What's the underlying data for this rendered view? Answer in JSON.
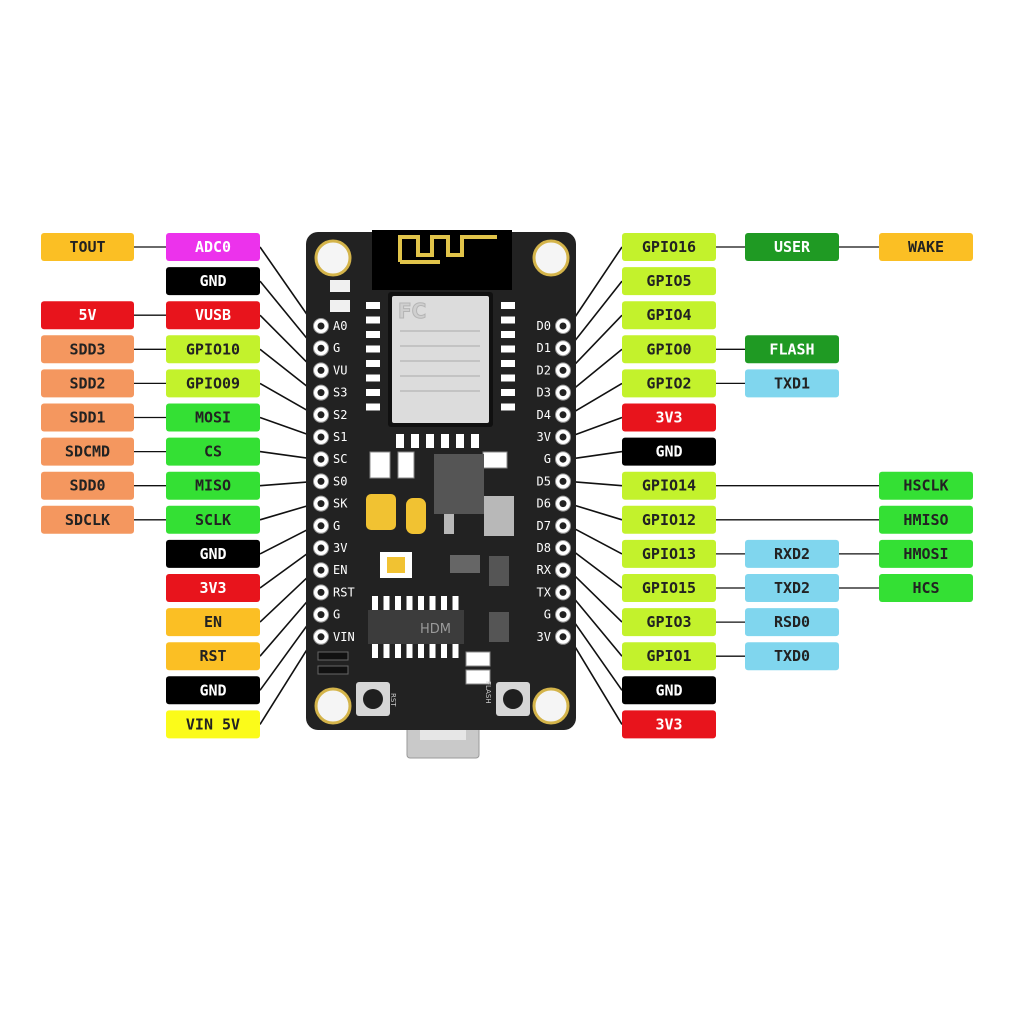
{
  "colors": {
    "orange": "#fbbf24",
    "magenta": "#ec32ec",
    "black": "#000000",
    "red": "#e8141c",
    "salmon": "#f4975f",
    "lime": "#c3f22c",
    "green": "#34e034",
    "dark_green": "#1f9a23",
    "sky": "#80d6ee",
    "yellow": "#fbfb1a",
    "board": "#222222"
  },
  "board": {
    "left_pins": [
      "A0",
      "G",
      "VU",
      "S3",
      "S2",
      "S1",
      "SC",
      "S0",
      "SK",
      "G",
      "3V",
      "EN",
      "RST",
      "G",
      "VIN"
    ],
    "right_pins": [
      "D0",
      "D1",
      "D2",
      "D3",
      "D4",
      "3V",
      "G",
      "D5",
      "D6",
      "D7",
      "D8",
      "RX",
      "TX",
      "G",
      "3V"
    ],
    "chip_logo": "FC",
    "usb_chip_label": "HDM",
    "rst_button_label": "RST",
    "flash_button_label": "FLASH"
  },
  "left_rows": [
    {
      "label": "ADC0",
      "color": "magenta",
      "outer": {
        "label": "TOUT",
        "color": "orange"
      }
    },
    {
      "label": "GND",
      "color": "black"
    },
    {
      "label": "VUSB",
      "color": "red",
      "outer": {
        "label": "5V",
        "color": "red"
      }
    },
    {
      "label": "GPIO10",
      "color": "lime",
      "outer": {
        "label": "SDD3",
        "color": "salmon"
      }
    },
    {
      "label": "GPIO09",
      "color": "lime",
      "outer": {
        "label": "SDD2",
        "color": "salmon"
      }
    },
    {
      "label": "MOSI",
      "color": "green",
      "outer": {
        "label": "SDD1",
        "color": "salmon"
      }
    },
    {
      "label": "CS",
      "color": "green",
      "outer": {
        "label": "SDCMD",
        "color": "salmon"
      }
    },
    {
      "label": "MISO",
      "color": "green",
      "outer": {
        "label": "SDD0",
        "color": "salmon"
      }
    },
    {
      "label": "SCLK",
      "color": "green",
      "outer": {
        "label": "SDCLK",
        "color": "salmon"
      }
    },
    {
      "label": "GND",
      "color": "black"
    },
    {
      "label": "3V3",
      "color": "red"
    },
    {
      "label": "EN",
      "color": "orange"
    },
    {
      "label": "RST",
      "color": "orange"
    },
    {
      "label": "GND",
      "color": "black"
    },
    {
      "label": "VIN 5V",
      "color": "yellow"
    }
  ],
  "right_rows": [
    {
      "label": "GPIO16",
      "color": "lime",
      "extra": [
        {
          "label": "USER",
          "color": "dark_green"
        },
        {
          "label": "WAKE",
          "color": "orange"
        }
      ]
    },
    {
      "label": "GPIO5",
      "color": "lime"
    },
    {
      "label": "GPIO4",
      "color": "lime"
    },
    {
      "label": "GPIO0",
      "color": "lime",
      "extra": [
        {
          "label": "FLASH",
          "color": "dark_green"
        }
      ]
    },
    {
      "label": "GPIO2",
      "color": "lime",
      "extra": [
        {
          "label": "TXD1",
          "color": "sky"
        }
      ]
    },
    {
      "label": "3V3",
      "color": "red"
    },
    {
      "label": "GND",
      "color": "black"
    },
    {
      "label": "GPIO14",
      "color": "lime",
      "extra": [
        null,
        {
          "label": "HSCLK",
          "color": "green"
        }
      ]
    },
    {
      "label": "GPIO12",
      "color": "lime",
      "extra": [
        null,
        {
          "label": "HMISO",
          "color": "green"
        }
      ]
    },
    {
      "label": "GPIO13",
      "color": "lime",
      "extra": [
        {
          "label": "RXD2",
          "color": "sky"
        },
        {
          "label": "HMOSI",
          "color": "green"
        }
      ]
    },
    {
      "label": "GPIO15",
      "color": "lime",
      "extra": [
        {
          "label": "TXD2",
          "color": "sky"
        },
        {
          "label": "HCS",
          "color": "green"
        }
      ]
    },
    {
      "label": "GPIO3",
      "color": "lime",
      "extra": [
        {
          "label": "RSD0",
          "color": "sky"
        }
      ]
    },
    {
      "label": "GPIO1",
      "color": "lime",
      "extra": [
        {
          "label": "TXD0",
          "color": "sky"
        }
      ]
    },
    {
      "label": "GND",
      "color": "black"
    },
    {
      "label": "3V3",
      "color": "red"
    }
  ]
}
